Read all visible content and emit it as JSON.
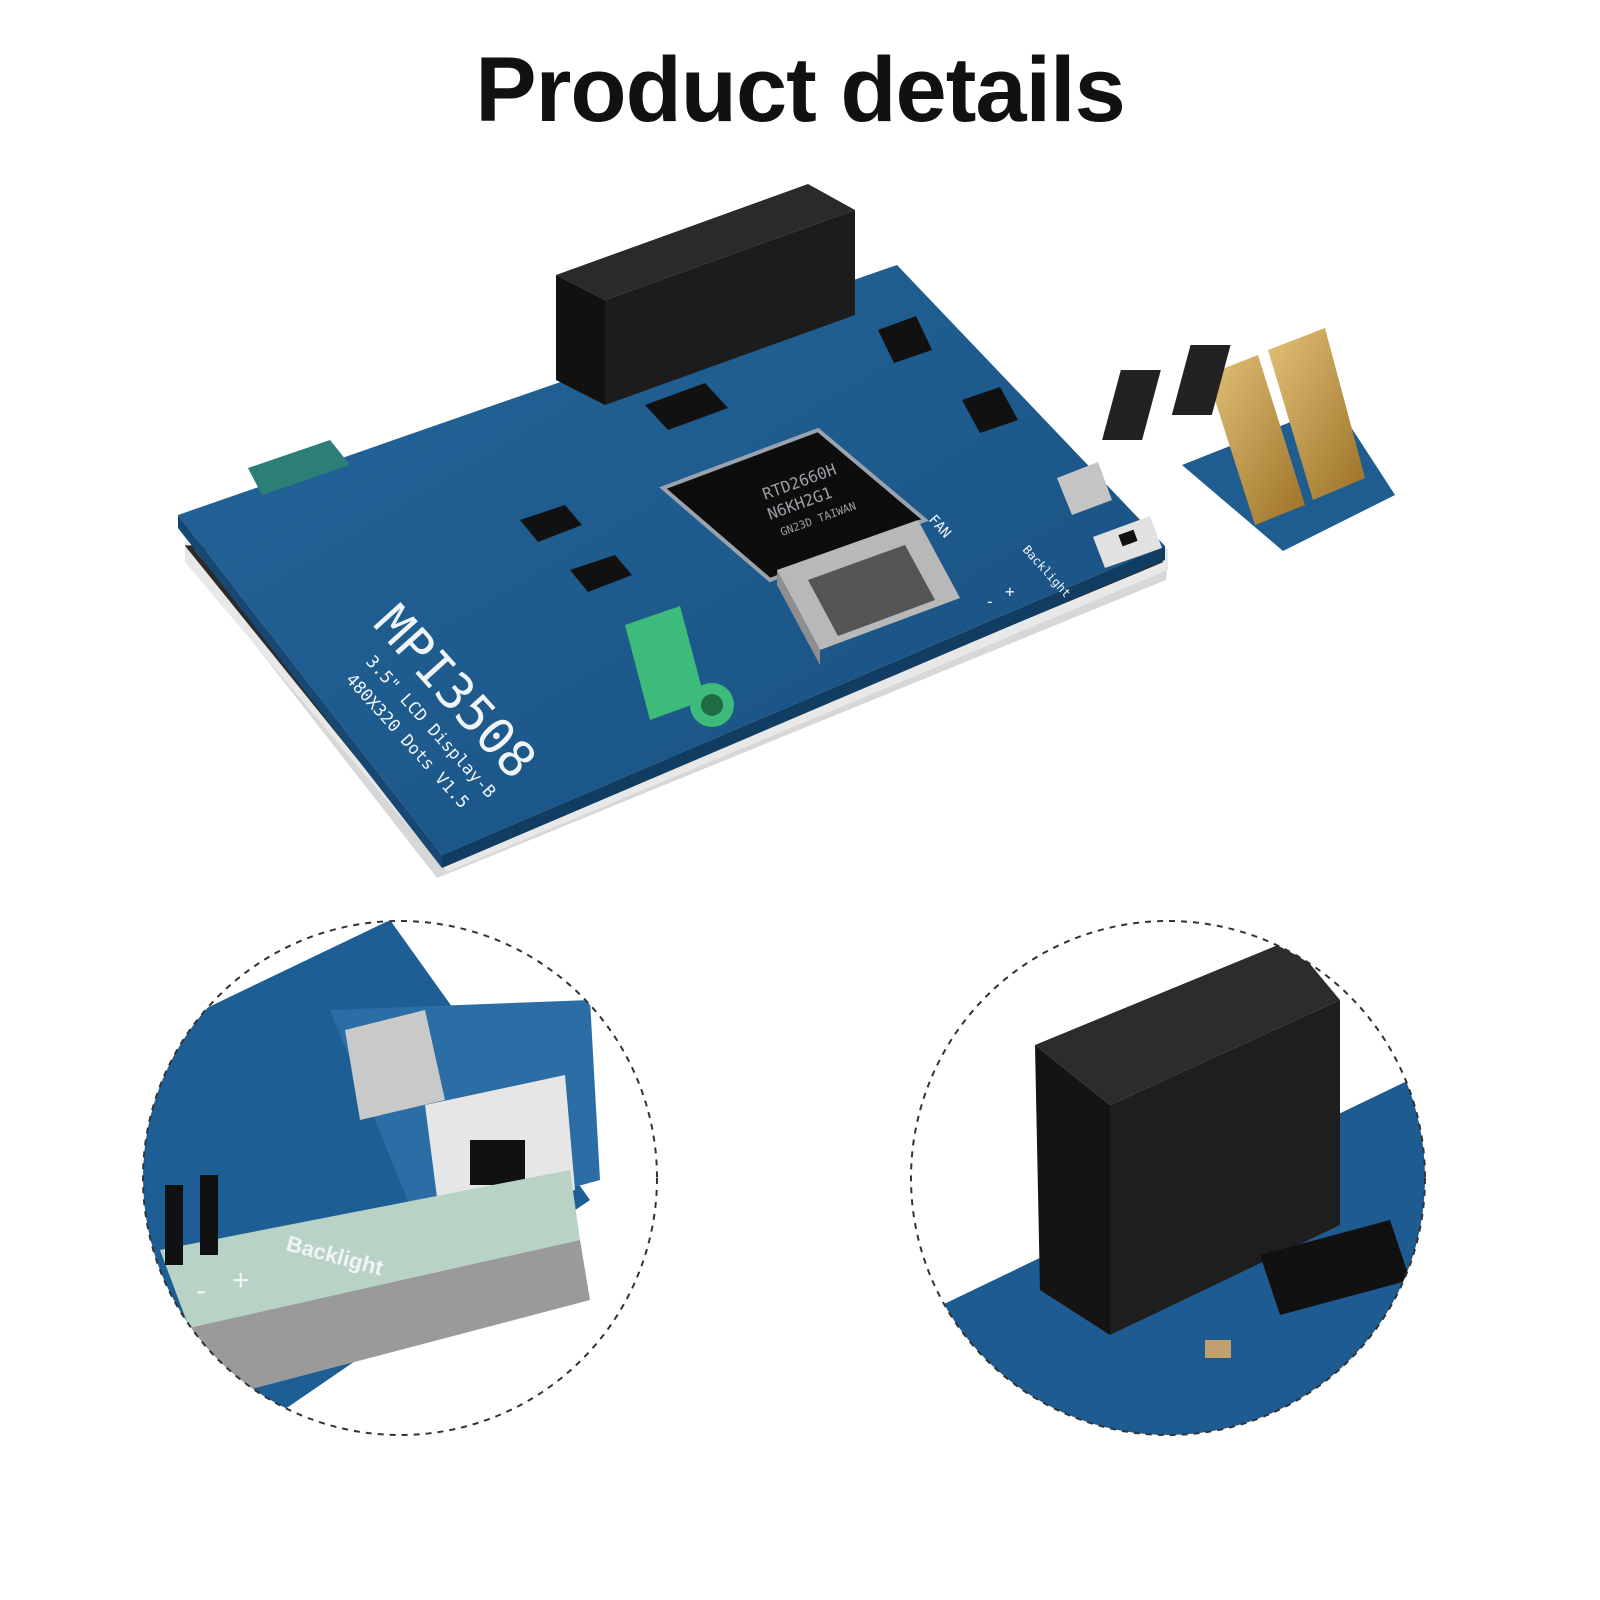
{
  "header": {
    "title": "Product details"
  },
  "board": {
    "model": "MPI3508",
    "line1": "3.5\" LCD Display-B",
    "line2": "480X320 Dots V1.5",
    "chip_line1": "RTD2660H",
    "chip_line2": "N6KH2G1",
    "chip_line3": "GN23D TAIWAN",
    "fan_label": "FAN",
    "minus_label": "-",
    "plus_label": "+",
    "backlight_label": "Backlight"
  },
  "zoom_left": {
    "backlight_label": "Backlight",
    "minus_label": "-",
    "plus_label": "+"
  },
  "colors": {
    "pcb": "#1e5a8c",
    "pcb_dark": "#14456e",
    "header": "#1a1a1a",
    "jack": "#3dbb7a",
    "gold": "#c79a3a",
    "metal": "#c9c9c9"
  }
}
